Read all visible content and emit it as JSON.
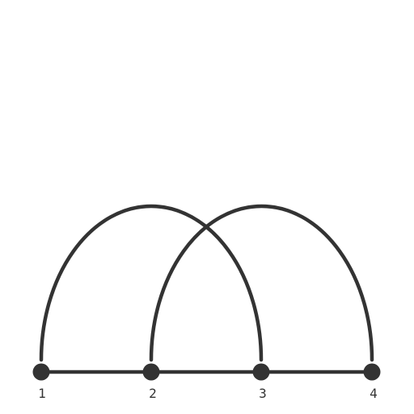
{
  "diagram": {
    "type": "arc-diagram",
    "color": "#333333",
    "nodes": [
      {
        "id": "1",
        "label": "1"
      },
      {
        "id": "2",
        "label": "2"
      },
      {
        "id": "3",
        "label": "3"
      },
      {
        "id": "4",
        "label": "4"
      }
    ],
    "edges": [
      {
        "from": "1",
        "to": "2",
        "style": "straight"
      },
      {
        "from": "2",
        "to": "3",
        "style": "straight"
      },
      {
        "from": "3",
        "to": "4",
        "style": "straight"
      },
      {
        "from": "1",
        "to": "3",
        "style": "arc"
      },
      {
        "from": "2",
        "to": "4",
        "style": "arc"
      }
    ]
  }
}
